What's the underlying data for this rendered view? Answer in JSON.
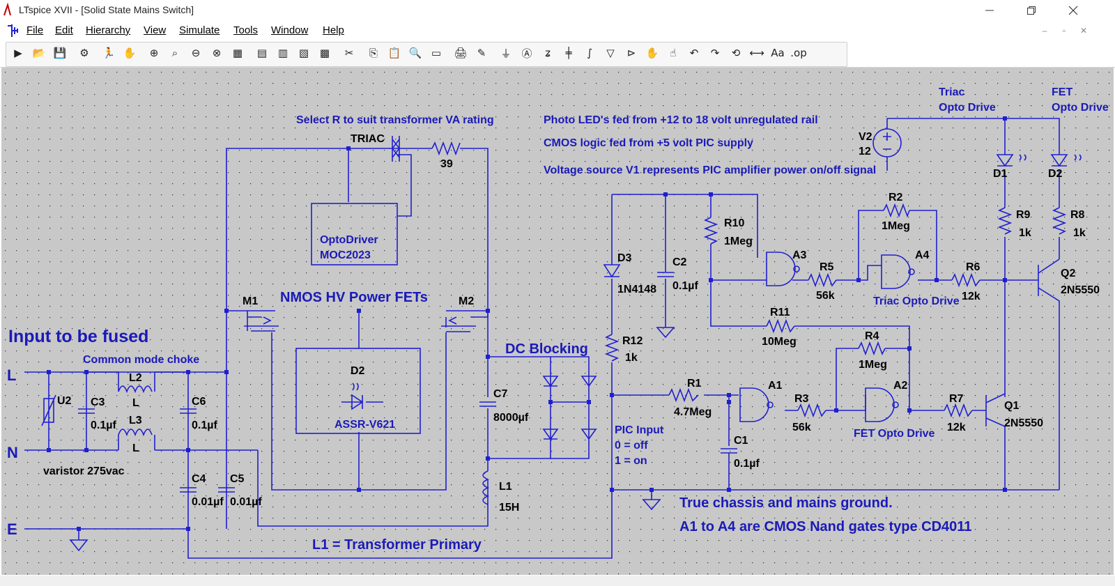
{
  "window": {
    "title": "LTspice XVII - [Solid State Mains Switch]",
    "minimize_icon": "minimize-icon",
    "maximize_icon": "restore-icon",
    "close_icon": "close-icon"
  },
  "menu": {
    "items": [
      "File",
      "Edit",
      "Hierarchy",
      "View",
      "Simulate",
      "Tools",
      "Window",
      "Help"
    ]
  },
  "toolbar": {
    "tools": [
      "new-schematic",
      "open",
      "save",
      "control-panel",
      "run",
      "halt",
      "zoom-in",
      "pan",
      "zoom-out",
      "zoom-fit",
      "autoscale",
      "tile-vertical",
      "tile-horizontal",
      "cascade",
      "close-window",
      "cut",
      "copy",
      "paste",
      "find",
      "print-preview",
      "print",
      "draw-wire",
      "ground",
      "label-net",
      "resistor",
      "capacitor",
      "inductor",
      "diode",
      "component",
      "move",
      "drag",
      "undo",
      "redo",
      "rotate",
      "mirror",
      "text",
      "spice-directive"
    ]
  },
  "colors": {
    "wire": "#1f1fd0",
    "text": "#1a1ab8",
    "grid_bg": "#c8c8c8",
    "grid_dot": "#2a2a2a",
    "node": "#1f1fd0"
  },
  "schematic": {
    "notes": {
      "select_r": "Select R to suit transformer VA rating",
      "photo_led": "Photo LED's fed from +12 to 18 volt unregulated rail",
      "cmos_logic": "CMOS logic fed from +5 volt PIC supply",
      "voltage_source": "Voltage source V1 represents PIC amplifier power on/off signal",
      "nmos": "NMOS HV Power FETs",
      "input_fused": "Input to be fused",
      "common_mode": "Common mode choke",
      "dc_blocking": "DC Blocking",
      "pic_input": "PIC Input",
      "pic_off": "0 = off",
      "pic_on": "1 = on",
      "chassis": "True chassis and mains ground.",
      "nand_gates": "A1 to A4 are CMOS Nand gates type CD4011",
      "l1_primary": "L1 = Transformer Primary",
      "triac_drive": "Triac",
      "opto_drive_1": "Opto Drive",
      "fet_drive": "FET",
      "opto_drive_2": "Opto Drive",
      "triac_opto_drive": "Triac Opto Drive",
      "fet_opto_drive": "FET Opto Drive",
      "varistor": "varistor 275vac",
      "optodriver": "OptoDriver",
      "moc": "MOC2023"
    },
    "terminals": {
      "L": "L",
      "N": "N",
      "E": "E"
    },
    "components": {
      "triac": "TRIAC",
      "r39": "39",
      "m1": "M1",
      "m2": "M2",
      "d2a": "D2",
      "assr": "ASSR-V621",
      "u2": "U2",
      "c3": "C3",
      "c3v": "0.1µf",
      "l2": "L2",
      "l2v": "L",
      "l3": "L3",
      "l3v": "L",
      "c6": "C6",
      "c6v": "0.1µf",
      "c4": "C4",
      "c4v": "0.01µf",
      "c5": "C5",
      "c5v": "0.01µf",
      "c7": "C7",
      "c7v": "8000µf",
      "l1": "L1",
      "l1v": "15H",
      "d3": "D3",
      "d3v": "1N4148",
      "c2": "C2",
      "c2v": "0.1µf",
      "r10": "R10",
      "r10v": "1Meg",
      "r12": "R12",
      "r12v": "1k",
      "a3": "A3",
      "a4": "A4",
      "r5": "R5",
      "r5v": "56k",
      "r2": "R2",
      "r2v": "1Meg",
      "r6": "R6",
      "r6v": "12k",
      "r11": "R11",
      "r11v": "10Meg",
      "r4": "R4",
      "r4v": "1Meg",
      "r1": "R1",
      "r1v": "4.7Meg",
      "a1": "A1",
      "a2": "A2",
      "r3": "R3",
      "r3v": "56k",
      "r7": "R7",
      "r7v": "12k",
      "c1": "C1",
      "c1v": "0.1µf",
      "q1": "Q1",
      "q1v": "2N5550",
      "q2": "Q2",
      "q2v": "2N5550",
      "v2": "V2",
      "v2v": "12",
      "d1": "D1",
      "d2b": "D2",
      "r9": "R9",
      "r9v": "1k",
      "r8": "R8",
      "r8v": "1k"
    }
  }
}
